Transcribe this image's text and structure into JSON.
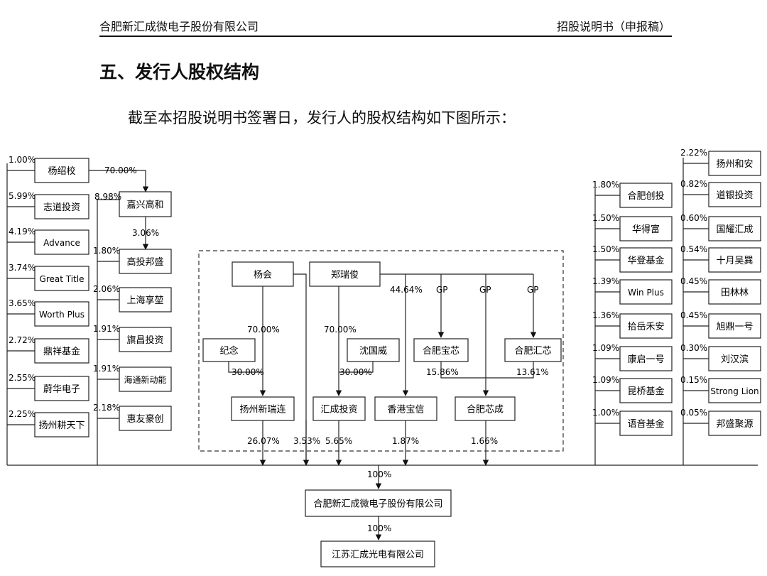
{
  "header": {
    "left": "合肥新汇成微电子股份有限公司",
    "right": "招股说明书（申报稿）"
  },
  "section_title": "五、发行人股权结构",
  "intro": "截至本招股说明书签署日，发行人的股权结构如下图所示：",
  "diagram": {
    "target_company": "合肥新汇成微电子股份有限公司",
    "target_pct": "100%",
    "subsidiary": "江苏汇成光电有限公司",
    "subsidiary_pct": "100%",
    "left_shareholders": [
      {
        "name": "杨绍校",
        "pct": "1.00%"
      },
      {
        "name": "志道投资",
        "pct": "5.99%"
      },
      {
        "name": "Advance",
        "pct": "4.19%"
      },
      {
        "name": "Great Title",
        "pct": "3.74%"
      },
      {
        "name": "Worth Plus",
        "pct": "3.65%"
      },
      {
        "name": "鼎祥基金",
        "pct": "2.72%"
      },
      {
        "name": "蔚华电子",
        "pct": "2.55%"
      },
      {
        "name": "扬州耕天下",
        "pct": "2.25%"
      }
    ],
    "yang_to_jiaxing_pct": "70.00%",
    "jiaxing": {
      "name": "嘉兴高和",
      "pct": "8.98%"
    },
    "jiaxing_to_gaotou_pct": "3.06%",
    "mid_left_shareholders": [
      {
        "name": "高投邦盛",
        "pct": "1.80%"
      },
      {
        "name": "上海享堃",
        "pct": "2.06%"
      },
      {
        "name": "旗昌投资",
        "pct": "1.91%"
      },
      {
        "name": "海通新动能",
        "pct": "1.91%"
      },
      {
        "name": "惠友豪创",
        "pct": "2.18%"
      }
    ],
    "center": {
      "yanghui": "杨会",
      "zheng": "郑瑞俊",
      "jinian": "纪念",
      "shenguowei": "沈国威",
      "hefeibaoxin": "合肥宝芯",
      "hefeihuixin": "合肥汇芯",
      "yangzhou_xinrui": "扬州新瑞连",
      "huicheng_invest": "汇成投资",
      "hk_baoxin": "香港宝信",
      "hefei_xincheng": "合肥芯成",
      "yh_to_xrl": "70.00%",
      "jn_to_xrl": "30.00%",
      "z_to_hc": "70.00%",
      "sgw_to_hc": "30.00%",
      "z_to_hk": "44.64%",
      "gp1": "GP",
      "gp2": "GP",
      "gp3": "GP",
      "baoxin_pct": "15.86%",
      "huixin_pct": "13.61%",
      "xrl_pct": "26.07%",
      "yh_direct_pct": "3.53%",
      "hc_pct": "5.65%",
      "hk_pct": "1.87%",
      "xc_pct": "1.66%"
    },
    "right_col1": [
      {
        "name": "合肥创投",
        "pct": "1.80%"
      },
      {
        "name": "华得富",
        "pct": "1.50%"
      },
      {
        "name": "华登基金",
        "pct": "1.50%"
      },
      {
        "name": "Win Plus",
        "pct": "1.39%"
      },
      {
        "name": "拾岳禾安",
        "pct": "1.36%"
      },
      {
        "name": "康启一号",
        "pct": "1.09%"
      },
      {
        "name": "昆桥基金",
        "pct": "1.09%"
      },
      {
        "name": "语音基金",
        "pct": "1.00%"
      }
    ],
    "right_col2": [
      {
        "name": "扬州和安",
        "pct": "2.22%"
      },
      {
        "name": "道银投资",
        "pct": "0.82%"
      },
      {
        "name": "国耀汇成",
        "pct": "0.60%"
      },
      {
        "name": "十月吴巽",
        "pct": "0.54%"
      },
      {
        "name": "田林林",
        "pct": "0.45%"
      },
      {
        "name": "旭鼎一号",
        "pct": "0.45%"
      },
      {
        "name": "刘汉滨",
        "pct": "0.30%"
      },
      {
        "name": "Strong Lion",
        "pct": "0.15%"
      },
      {
        "name": "邦盛聚源",
        "pct": "0.05%"
      }
    ]
  }
}
